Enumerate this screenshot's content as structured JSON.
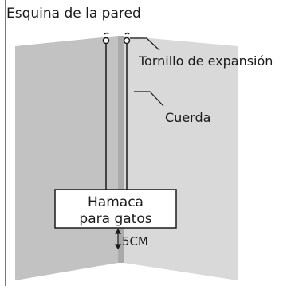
{
  "title": "Esquina de la pared",
  "labels": {
    "screw": "Tornillo de expansión",
    "rope": "Cuerda",
    "hammock_line1": "Hamaca",
    "hammock_line2": "para gatos",
    "gap": "5CM"
  },
  "colors": {
    "left_wall": "#c2c2c2",
    "right_wall": "#d9d9d9",
    "corner_strip": "#aaaaaa",
    "line": "#1a1a1a",
    "border": "#4d4d4d",
    "background": "#ffffff"
  }
}
